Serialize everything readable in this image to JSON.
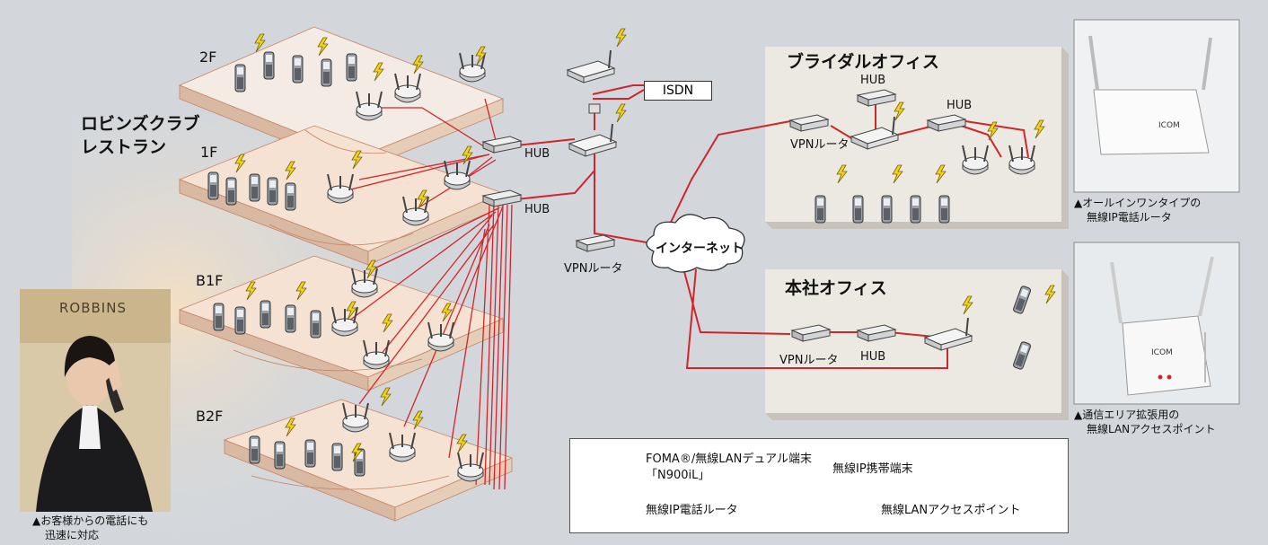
{
  "restaurant_name": [
    "ロビンズクラブ",
    "レストラン"
  ],
  "floors": [
    "2F",
    "1F",
    "B1F",
    "B2F"
  ],
  "hub_label": "HUB",
  "vpn_router_label": "VPNルータ",
  "isdn_label": "ISDN",
  "internet_label": "インターネット",
  "offices": {
    "bridal": {
      "title": "ブライダルオフィス",
      "hub": "HUB",
      "vpn": "VPNルータ"
    },
    "head": {
      "title": "本社オフィス",
      "vpn": "VPNルータ",
      "hub": "HUB"
    }
  },
  "photo_sign": "ROBBINS",
  "captions": {
    "person": [
      "▲お客様からの電話にも",
      "迅速に対応"
    ],
    "router": [
      "▲オールインワンタイプの",
      "無線IP電話ルータ"
    ],
    "ap": [
      "▲通信エリア拡張用の",
      "無線LANアクセスポイント"
    ]
  },
  "legend": {
    "foma": [
      "FOMA®/無線LANデュアル端末",
      "「N900iL」"
    ],
    "phone": "無線IP携帯端末",
    "router": "無線IP電話ルータ",
    "ap": "無線LANアクセスポイント"
  },
  "colors": {
    "link": "#d0262b",
    "background": "#d3d7dc",
    "panel": "#ece9e2",
    "bolt": "#f2d21b"
  }
}
